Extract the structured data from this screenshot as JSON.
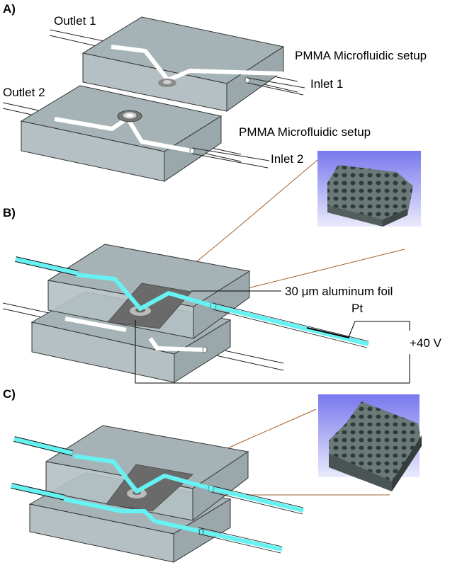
{
  "figure": {
    "panels": [
      {
        "id": "A",
        "label": "A)",
        "annotations": {
          "outlet1": "Outlet 1",
          "outlet2": "Outlet 2",
          "setup_top": "PMMA Microfluidic setup",
          "inlet1": "Inlet 1",
          "setup_bottom": "PMMA Microfluidic setup",
          "inlet2": "Inlet 2"
        }
      },
      {
        "id": "B",
        "label": "B)",
        "annotations": {
          "foil": "30 μm aluminum foil",
          "electrode": "Pt",
          "voltage": "+40 V"
        }
      },
      {
        "id": "C",
        "label": "C)",
        "annotations": {}
      }
    ],
    "colors": {
      "pmma_block": "#a9b6ba",
      "pmma_block_dark": "#97a5aa",
      "channel_empty": "#ffffff",
      "channel_filled": "#66f2f2",
      "foil": "#6a6a6a",
      "leader_line": "#a0602a",
      "inset_bg_top": "#7c7cf0",
      "inset_bg_bottom": "#e4e4fb",
      "membrane": "#5d6b6b"
    }
  }
}
